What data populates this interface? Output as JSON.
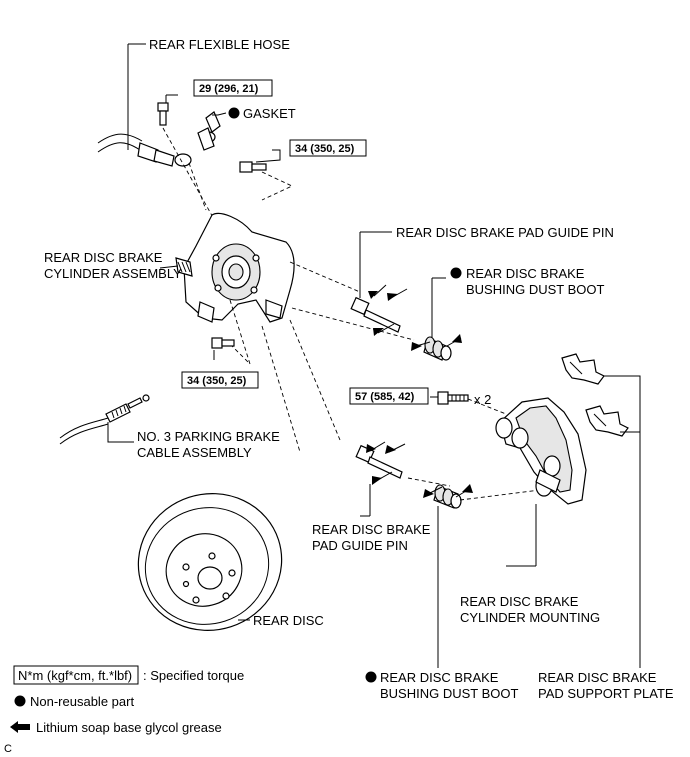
{
  "labels": {
    "rear_flexible_hose": "REAR FLEXIBLE HOSE",
    "gasket": "GASKET",
    "cylinder_assembly_1": "REAR DISC BRAKE",
    "cylinder_assembly_2": "CYLINDER ASSEMBLY",
    "pad_guide_pin_top": "REAR DISC BRAKE PAD GUIDE PIN",
    "bushing_boot_top_1": "REAR DISC BRAKE",
    "bushing_boot_top_2": "BUSHING DUST BOOT",
    "parking_cable_1": "NO. 3 PARKING BRAKE",
    "parking_cable_2": "CABLE ASSEMBLY",
    "multiplier": "x 2",
    "pad_guide_pin_bottom_1": "REAR DISC BRAKE",
    "pad_guide_pin_bottom_2": "PAD GUIDE PIN",
    "cylinder_mounting_1": "REAR DISC BRAKE",
    "cylinder_mounting_2": "CYLINDER MOUNTING",
    "rear_disc": "REAR DISC",
    "bushing_boot_bottom_1": "REAR DISC BRAKE",
    "bushing_boot_bottom_2": "BUSHING DUST BOOT",
    "pad_support_plate_1": "REAR DISC BRAKE",
    "pad_support_plate_2": "PAD SUPPORT PLATE"
  },
  "torques": {
    "hose_bolt": "29 (296, 21)",
    "cylinder_upper": "34 (350, 25)",
    "cylinder_lower": "34 (350, 25)",
    "mounting_bolts": "57 (585, 42)"
  },
  "legend": {
    "torque_box": "N*m (kgf*cm, ft.*lbf)",
    "torque_text": ": Specified torque",
    "nonreusable": "Non-reusable part",
    "grease": "Lithium soap base glycol grease"
  },
  "corner_code": "C"
}
